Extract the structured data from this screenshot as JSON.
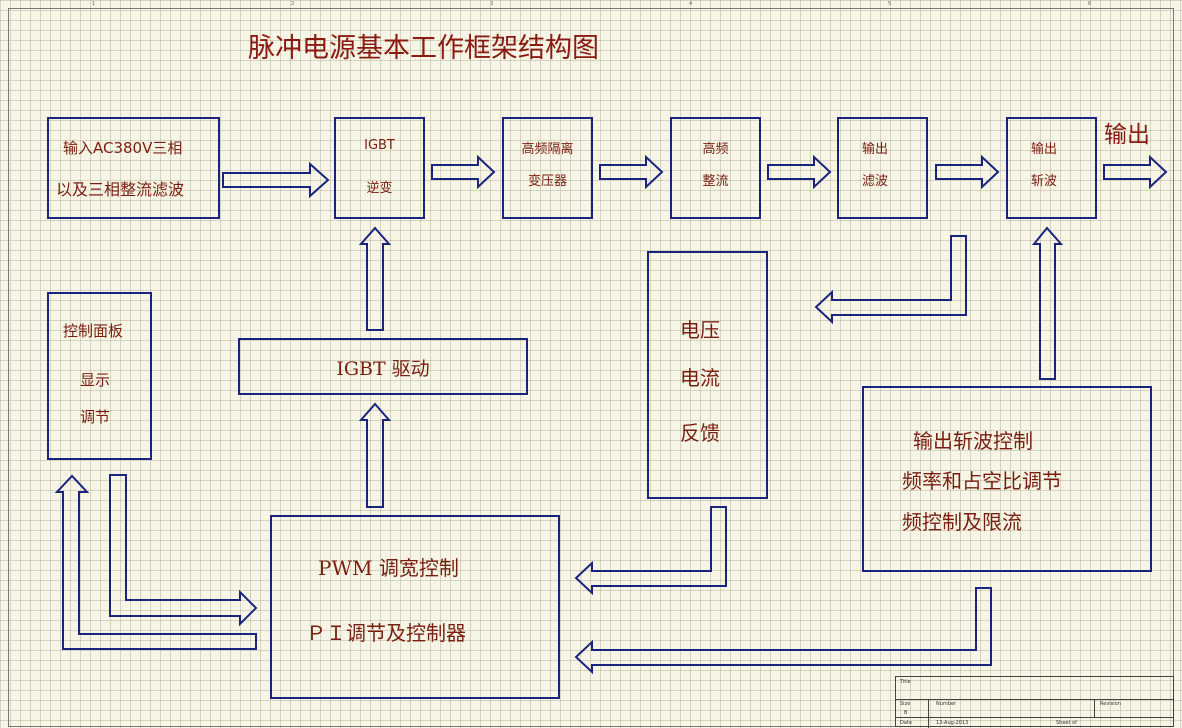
{
  "title": "脉冲电源基本工作框架结构图",
  "ruler": {
    "top": [
      "1",
      "2",
      "3",
      "4",
      "5",
      "6"
    ]
  },
  "blocks": {
    "input": {
      "line1": "输入AC380V三相",
      "line2": "以及三相整流滤波"
    },
    "igbt_inverter": {
      "line1": "IGBT",
      "line2": "逆变"
    },
    "hf_transformer": {
      "line1": "高频隔离",
      "line2": "变压器"
    },
    "hf_rectifier": {
      "line1": "高频",
      "line2": "整流"
    },
    "output_filter": {
      "line1": "输出",
      "line2": "滤波"
    },
    "output_chopper": {
      "line1": "输出",
      "line2": "斩波"
    },
    "output_label": "输出",
    "control_panel": {
      "line1": "控制面板",
      "line2": "显示",
      "line3": "调节"
    },
    "igbt_driver": "IGBT 驱动",
    "feedback": {
      "line1": "电压",
      "line2": "电流",
      "line3": "反馈"
    },
    "chopper_control": {
      "line1": "输出斩波控制",
      "line2": "频率和占空比调节",
      "line3": "频控制及限流"
    },
    "pwm": {
      "line1": "PWM  调宽控制",
      "line2": "ＰＩ调节及控制器"
    }
  },
  "title_block": {
    "title_label": "Title",
    "size_label": "Size",
    "size_value": "B",
    "number_label": "Number",
    "revision_label": "Revision",
    "date_label": "Date",
    "date_value": "13-Aug-2013",
    "sheet_label": "Sheet   of"
  },
  "colors": {
    "box": "#1a237e",
    "text": "#7a1e12",
    "title": "#8b1a12",
    "background": "#f7f6e6"
  }
}
